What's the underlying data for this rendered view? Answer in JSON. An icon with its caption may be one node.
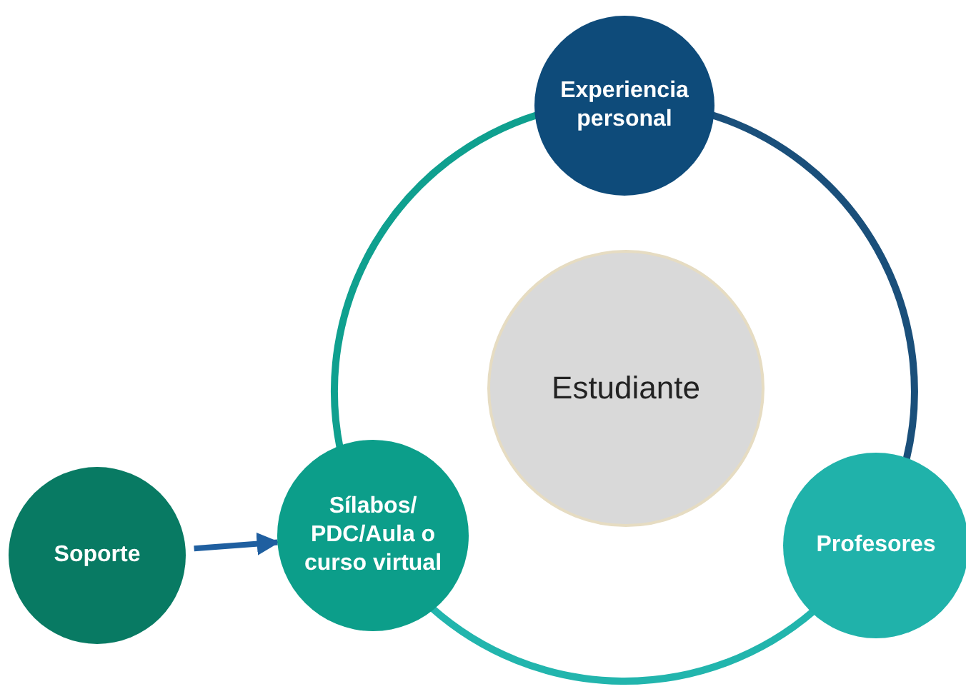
{
  "diagram": {
    "nodes": [
      {
        "text": [
          "Experiencia personal"
        ]
      },
      {
        "text": [
          "Estudiante"
        ]
      },
      {
        "text": [
          "Profesores"
        ]
      },
      {
        "text": [
          "Sílabos/ PDC/Aula o curso virtual"
        ]
      },
      {
        "text": [
          "Soporte"
        ]
      }
    ],
    "edges": [
      {
        "from": 0,
        "to": 2,
        "arrow": "none",
        "color": "#1a4f7a"
      },
      {
        "from": 2,
        "to": 3,
        "arrow": "none",
        "color": "#22b5ad"
      },
      {
        "from": 3,
        "to": 0,
        "arrow": "none",
        "color": "#0fa08f"
      },
      {
        "from": 4,
        "to": 3,
        "arrow": "to",
        "color": "#1f5fa0"
      }
    ]
  }
}
